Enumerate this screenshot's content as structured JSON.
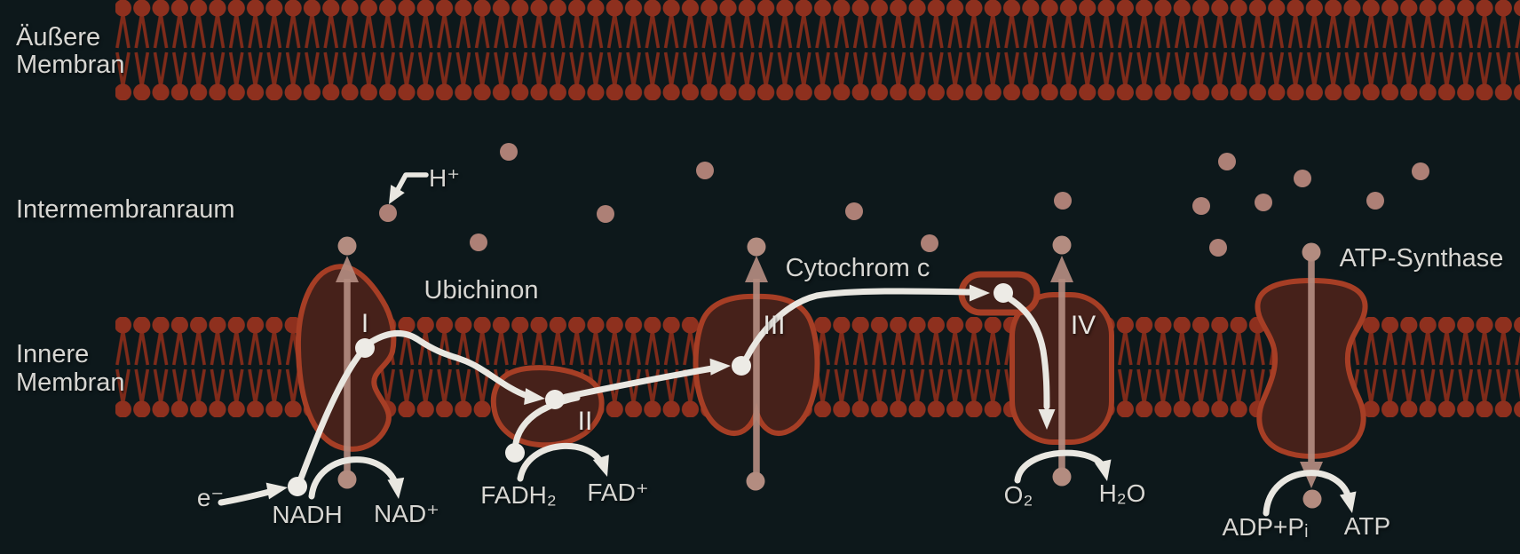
{
  "regions": {
    "outer_membrane": {
      "line1": "Äußere",
      "line2": "Membran"
    },
    "intermembrane_space": {
      "label": "Intermembranraum"
    },
    "inner_membrane": {
      "line1": "Innere",
      "line2": "Membran"
    }
  },
  "complexes": {
    "complex_i": {
      "label": "I"
    },
    "complex_ii": {
      "label": "II"
    },
    "complex_iii": {
      "label": "III"
    },
    "complex_iv": {
      "label": "IV"
    },
    "ubiquinone": {
      "label": "Ubichinon"
    },
    "cytochrome_c": {
      "label": "Cytochrom c"
    },
    "atp_synthase": {
      "label": "ATP-Synthase"
    }
  },
  "molecules": {
    "proton": {
      "label": "H⁺"
    },
    "electron": {
      "label": "e⁻"
    },
    "nadh": {
      "label": "NADH"
    },
    "nad_plus": {
      "label": "NAD⁺"
    },
    "fadh2": {
      "label": "FADH₂"
    },
    "fad_plus": {
      "label": "FAD⁺"
    },
    "o2": {
      "label": "O₂"
    },
    "h2o": {
      "label": "H₂O"
    },
    "adp_pi": {
      "label": "ADP+Pᵢ"
    },
    "atp": {
      "label": "ATP"
    }
  },
  "colors": {
    "background": "#0d181b",
    "lipid-head": "#8e301e",
    "lipid-tail": "#7f2b1a",
    "complex-fill": "#46211a",
    "complex-stroke": "#a63e25",
    "proton-dot": "#ad8076",
    "proton-arrow": "#b38c80",
    "electron-path": "#e9e7e1",
    "electron-dot": "#edebe6",
    "text": "#d7d6d2"
  }
}
